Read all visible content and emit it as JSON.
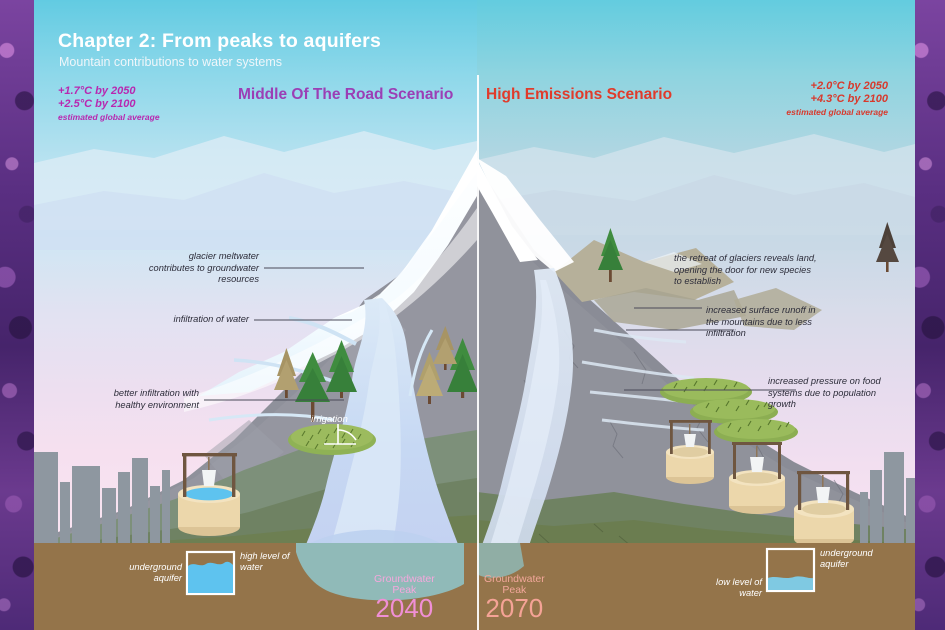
{
  "header": {
    "title": "Chapter 2: From peaks to aquifers",
    "subtitle": "Mountain contributions to water systems"
  },
  "panels": {
    "left": {
      "scenario_label": "Middle Of The Road Scenario",
      "scenario_color": "#9b3fb5",
      "temps": {
        "by_2050": "+1.7°C by 2050",
        "by_2100": "+2.5°C by 2100",
        "footnote": "estimated global average",
        "color": "#b828b0"
      },
      "annotations": [
        "glacier meltwater\ncontributes to groundwater\nresources",
        "infiltration of water",
        "better infiltration with\nhealthy environment"
      ],
      "inline_label": "irrigation",
      "groundwater": {
        "label_line1": "Groundwater",
        "label_line2": "Peak",
        "year": "2040",
        "color": "#f08fd6"
      },
      "legend": {
        "aquifer_label": "underground\naquifer",
        "water_level_label": "high level of\nwater"
      }
    },
    "right": {
      "scenario_label": "High Emissions Scenario",
      "scenario_color": "#e03b2b",
      "temps": {
        "by_2050": "+2.0°C by 2050",
        "by_2100": "+4.3°C by 2100",
        "footnote": "estimated global average",
        "color": "#d8392c"
      },
      "annotations": [
        "the retreat of glaciers reveals land,\nopening the door for new species\nto establish",
        "increased surface runoff in\nthe mountains due to less\ninfiltration",
        "increased pressure on food\nsystems due to population\ngrowth"
      ],
      "groundwater": {
        "label_line1": "Groundwater",
        "label_line2": "Peak",
        "year": "2070",
        "color": "#f5a396"
      },
      "legend": {
        "aquifer_label": "underground\naquifer",
        "water_level_label": "low level of\nwater"
      }
    }
  },
  "palette": {
    "soil": "#94744a",
    "rock": "#8d8f99",
    "rock_dark": "#7c7f8a",
    "snow": "#ffffff",
    "river": "#c9d6f2",
    "river_right": "#d2dcf0",
    "grass_green": "#6c7f52",
    "grass_teal": "#6f8f7e",
    "well_stone": "#e8d3a8",
    "crop_green": "#8ab04d",
    "city": "#8e97a0",
    "aquifer_water": "#5ec3ef",
    "aquifer_water_low": "#7fc9e2",
    "divider": "#ffffff",
    "border_purple": "#6b3a8e"
  }
}
